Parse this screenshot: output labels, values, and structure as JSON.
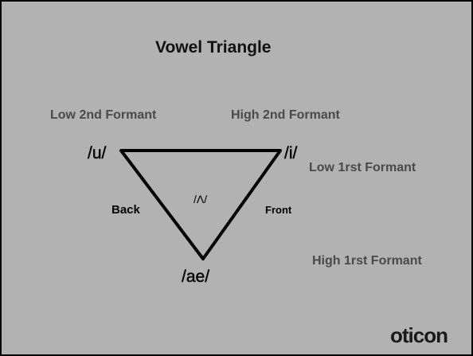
{
  "title": "Vowel Triangle",
  "labels": {
    "low_second_formant": "Low 2nd Formant",
    "high_second_formant": "High 2nd Formant",
    "low_first_formant": "Low 1rst Formant",
    "high_first_formant": "High 1rst Formant",
    "back": "Back",
    "front": "Front"
  },
  "vowels": {
    "u": "/u/",
    "i": "/i/",
    "ae": "/ae/",
    "wedge": "/Λ/"
  },
  "logo": "oticon",
  "colors": {
    "background": "#b2b2b2",
    "border": "#000000",
    "muted_text": "#4a4a4a",
    "lines": "#000000"
  }
}
